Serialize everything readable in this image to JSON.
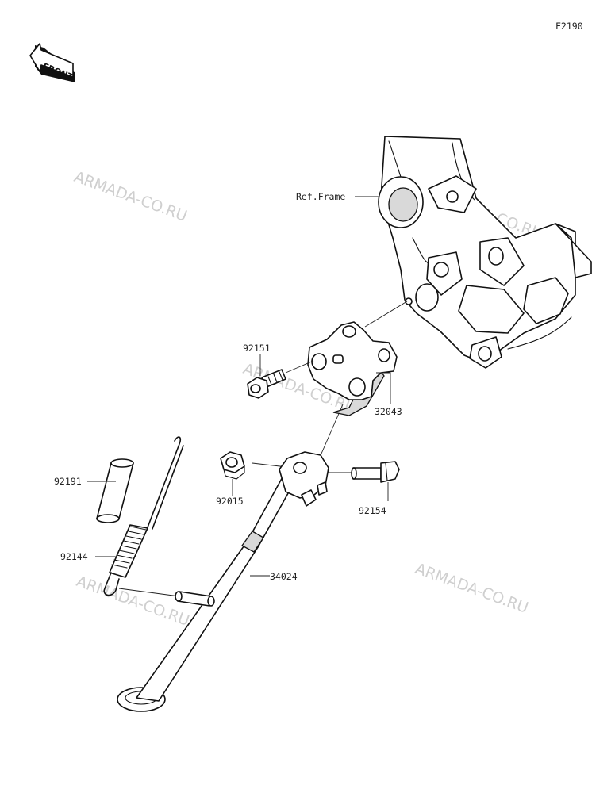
{
  "figure_code": "F2190",
  "direction_label": "FRONT",
  "watermark": "ARMADA-CO.RU",
  "parts": [
    {
      "id": "ref-frame",
      "label": "Ref.Frame"
    },
    {
      "id": "bolt-92151",
      "label": "92151"
    },
    {
      "id": "bracket-32043",
      "label": "32043"
    },
    {
      "id": "collar-92191",
      "label": "92191"
    },
    {
      "id": "nut-92015",
      "label": "92015"
    },
    {
      "id": "bolt-92154",
      "label": "92154"
    },
    {
      "id": "spring-92144",
      "label": "92144"
    },
    {
      "id": "stand-34024",
      "label": "34024"
    }
  ]
}
